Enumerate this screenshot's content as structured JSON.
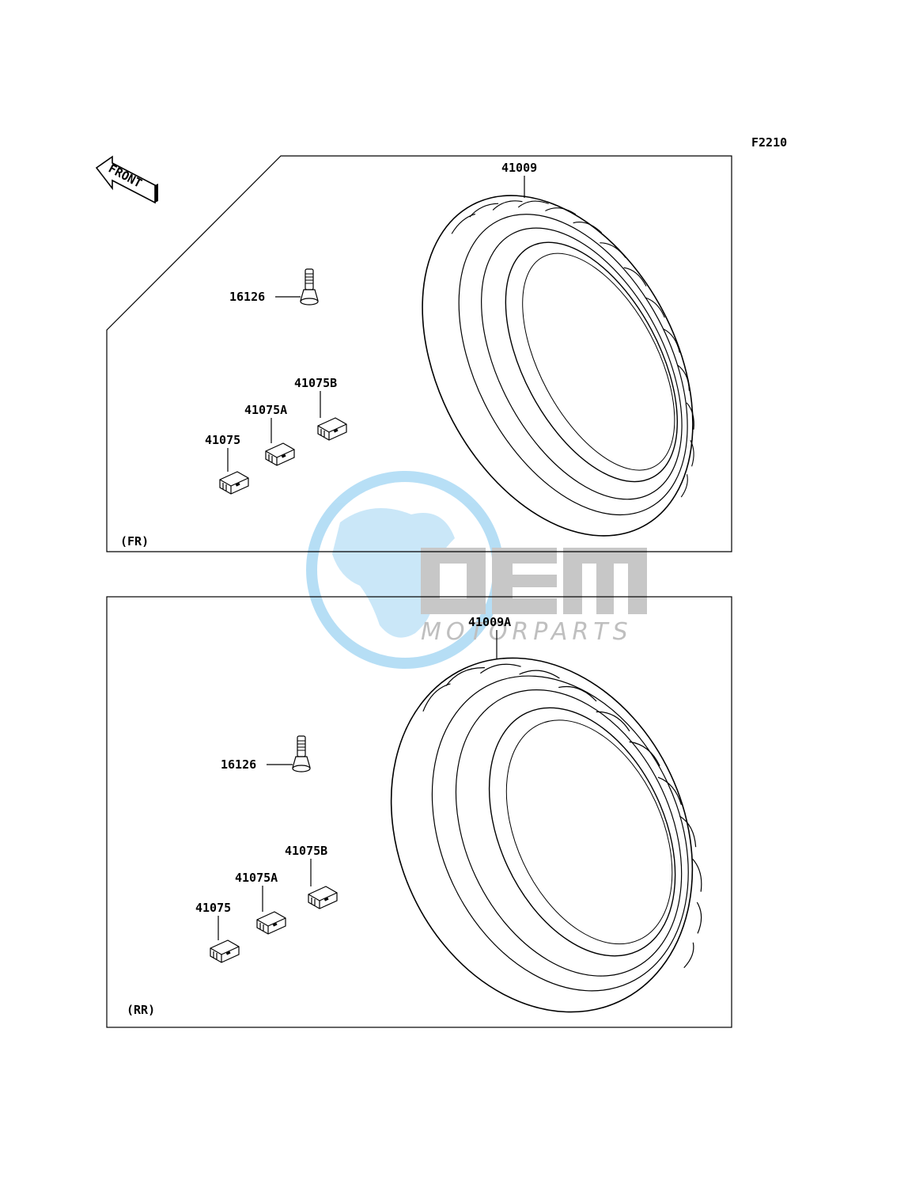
{
  "figure_code": "F2210",
  "front_arrow_text": "FRONT",
  "watermark": {
    "brand": "OEM",
    "sub": "MOTORPARTS",
    "globe_color": "#5bb3e6",
    "text_color": "#8c8c8c"
  },
  "panels": [
    {
      "id": "front",
      "tag": "(FR)",
      "parts": {
        "tire": "41009",
        "valve": "16126",
        "weight_b": "41075B",
        "weight_a": "41075A",
        "weight": "41075"
      }
    },
    {
      "id": "rear",
      "tag": "(RR)",
      "parts": {
        "tire": "41009A",
        "valve": "16126",
        "weight_b": "41075B",
        "weight_a": "41075A",
        "weight": "41075"
      }
    }
  ]
}
